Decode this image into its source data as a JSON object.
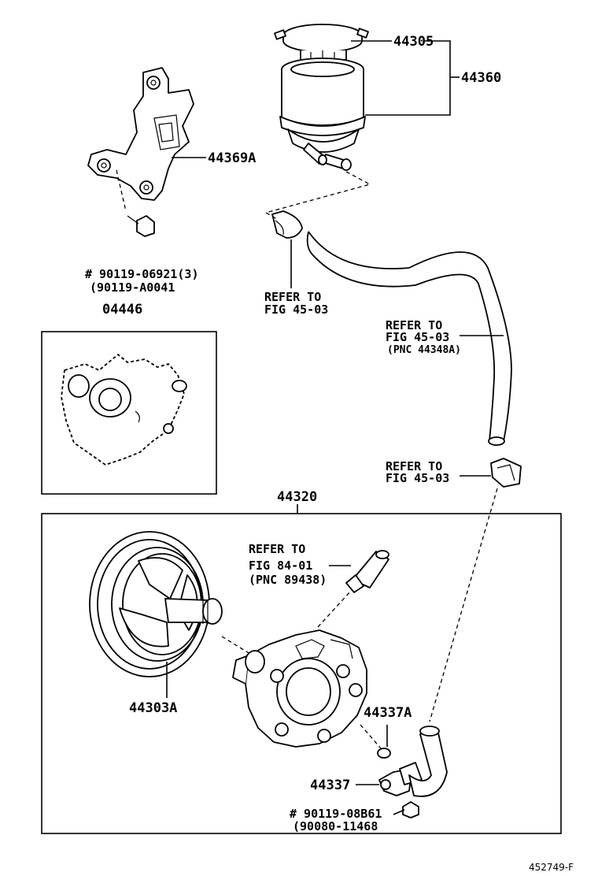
{
  "labels": {
    "cap": "44305",
    "reservoir": "44360",
    "bracket": "44369A",
    "bolt_line1": "# 90119-06921(3)",
    "bolt_line2": "(90119-A0041",
    "gasket_kit": "04446",
    "refer_clamp_line1": "REFER TO",
    "refer_clamp_line2": "FIG 45-03",
    "refer_hose_line1": "REFER TO",
    "refer_hose_line2": "FIG 45-03",
    "refer_hose_line3": "(PNC 44348A)",
    "refer_clamp2_line1": "REFER TO",
    "refer_clamp2_line2": "FIG 45-03",
    "pump_assy": "44320",
    "refer_sensor_line1": "REFER TO",
    "refer_sensor_line2": "FIG 84-01",
    "refer_sensor_line3": "(PNC 89438)",
    "pulley": "44303A",
    "oring": "44337A",
    "union": "44337",
    "bolt2_line1": "# 90119-08B61",
    "bolt2_line2": "(90080-11468",
    "figure_id": "452749-F"
  }
}
